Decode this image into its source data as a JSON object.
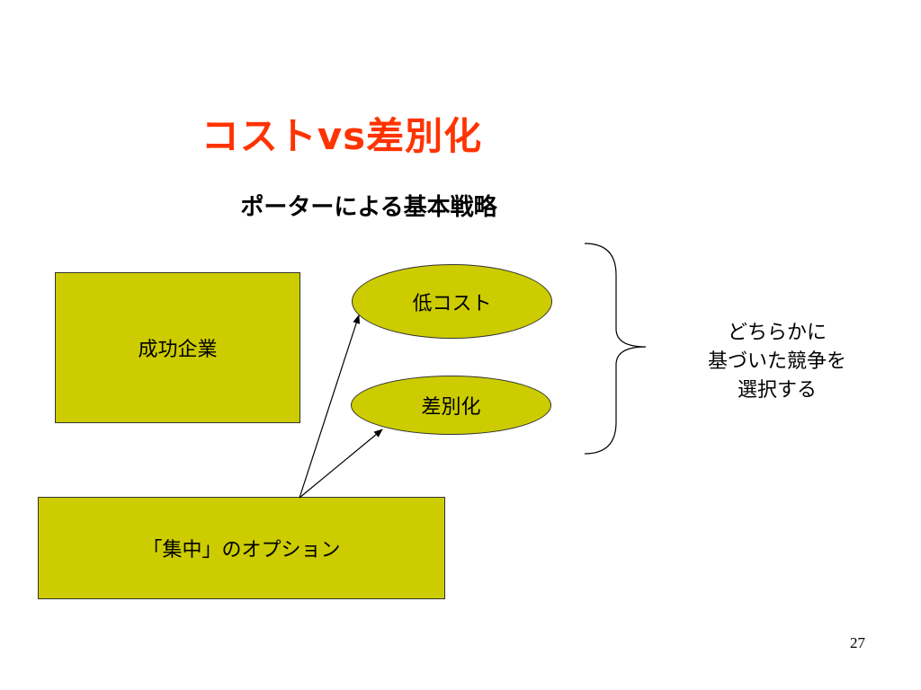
{
  "slide": {
    "title": "コストvs差別化",
    "subtitle": "ポーターによる基本戦略",
    "page_number": "27"
  },
  "diagram": {
    "success_box_label": "成功企業",
    "focus_box_label": "「集中」のオプション",
    "cost_oval_label": "低コスト",
    "differentiation_oval_label": "差別化",
    "choice_note_lines": [
      "どちらかに",
      "基づいた競争を",
      "選択する"
    ]
  },
  "colors": {
    "title": "#ff3300",
    "shape_fill": "#cccc00",
    "outline": "#333333",
    "text": "#000000"
  }
}
